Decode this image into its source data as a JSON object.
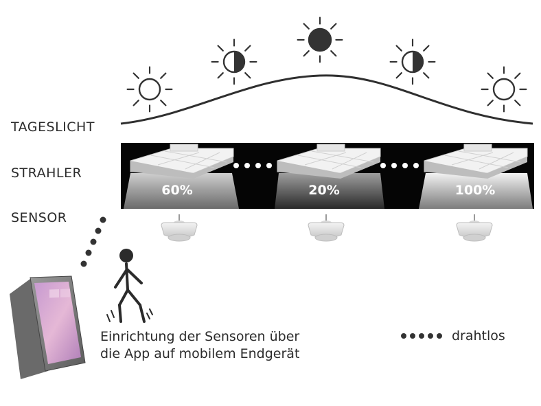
{
  "rows": {
    "daylight_label": "TAGESLICHT",
    "luminaire_label": "STRAHLER",
    "sensor_label": "SENSOR"
  },
  "fixtures": [
    {
      "dimming": "60%"
    },
    {
      "dimming": "20%"
    },
    {
      "dimming": "100%"
    }
  ],
  "caption": {
    "line1": "Einrichtung der Sensoren über",
    "line2": "die App auf mobilem Endgerät"
  },
  "legend": {
    "label": "drahtlos"
  },
  "icons": {
    "sun_low": "sun-outline-icon",
    "sun_half": "sun-half-icon",
    "sun_full": "sun-full-icon",
    "person": "walking-person-icon",
    "tablet": "tablet-icon",
    "sensor": "motion-sensor-icon",
    "luminaire": "highbay-luminaire-icon"
  }
}
